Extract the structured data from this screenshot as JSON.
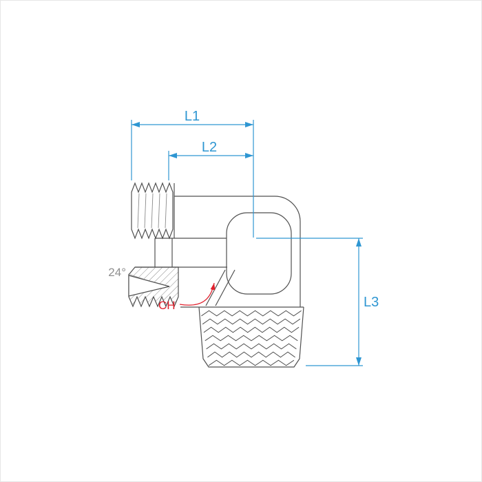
{
  "page": {
    "background": "#ffffff"
  },
  "drawing": {
    "kind": "90-degree elbow hydraulic fitting, half-section technical drawing",
    "colors": {
      "outline": "#4f4f4f",
      "detail": "#8a8a8a",
      "dimension": "#2e96d2",
      "angle_label": "#8f8f8f",
      "chamfer_label": "#e0202c",
      "background": "#ffffff"
    },
    "labels": {
      "l1": "L1",
      "l2": "L2",
      "l3": "L3",
      "cone_angle": "24°",
      "chamfer": "CH"
    }
  }
}
